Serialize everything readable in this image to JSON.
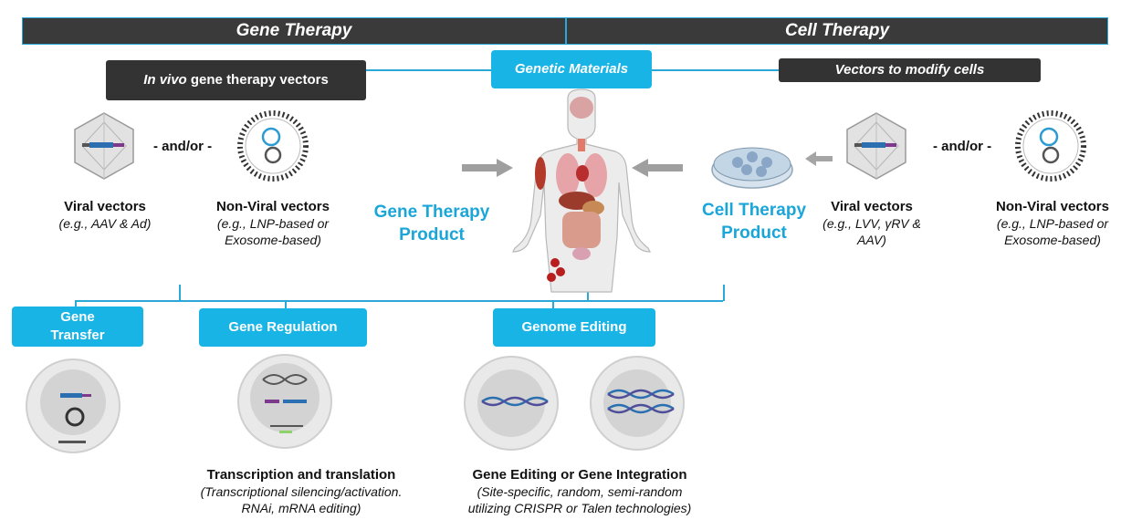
{
  "header": {
    "left": "Gene Therapy",
    "right": "Cell Therapy"
  },
  "labels": {
    "in_vivo_em": "In vivo",
    "in_vivo_rest": " gene therapy vectors",
    "genetic_materials": "Genetic Materials",
    "vectors_modify": "Vectors to modify cells",
    "and_or": "- and/or -"
  },
  "left_vectors": {
    "viral_title": "Viral vectors",
    "viral_sub": "(e.g., AAV & Ad)",
    "nonviral_title": "Non-Viral vectors",
    "nonviral_sub1": "(e.g., LNP-based or",
    "nonviral_sub2": "Exosome-based)"
  },
  "right_vectors": {
    "viral_title": "Viral vectors",
    "viral_sub1": "(e.g., LVV, γRV &",
    "viral_sub2": "AAV)",
    "nonviral_title": "Non-Viral vectors",
    "nonviral_sub1": "(e.g., LNP-based or",
    "nonviral_sub2": "Exosome-based)"
  },
  "products": {
    "gene_l1": "Gene Therapy",
    "gene_l2": "Product",
    "cell_l1": "Cell Therapy",
    "cell_l2": "Product"
  },
  "modalities": {
    "gene_transfer_l1": "Gene",
    "gene_transfer_l2": "Transfer",
    "gene_regulation": "Gene Regulation",
    "genome_editing": "Genome Editing"
  },
  "captions": {
    "regulation_title": "Transcription and translation",
    "regulation_sub1": "(Transcriptional silencing/activation.",
    "regulation_sub2": "RNAi, mRNA editing)",
    "editing_title": "Gene Editing or Gene Integration",
    "editing_sub1": "(Site-specific, random, semi-random",
    "editing_sub2": "utilizing CRISPR or Talen technologies)"
  },
  "colors": {
    "accent": "#18b4e6",
    "dark": "#333333",
    "product_text": "#1aa6d8"
  }
}
